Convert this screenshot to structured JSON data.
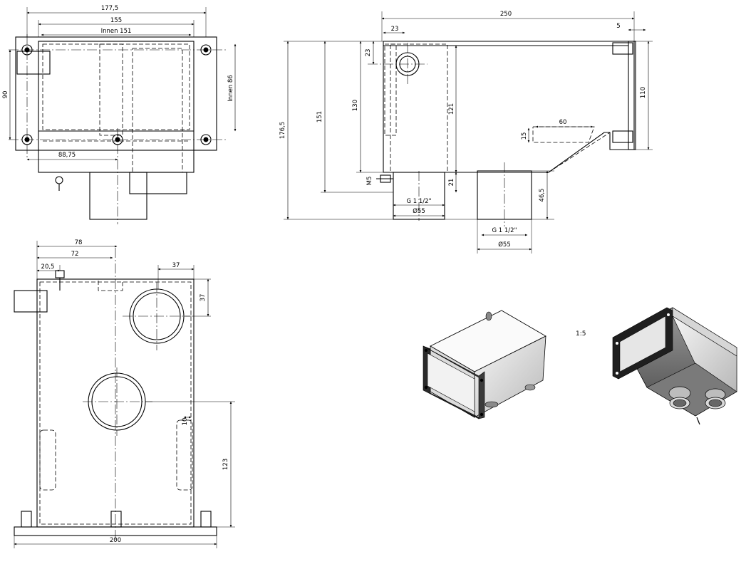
{
  "views": {
    "top": {
      "dims": [
        "177,5",
        "155",
        "Innen 151",
        "90",
        "Innen 86",
        "88,75"
      ]
    },
    "side": {
      "dims": [
        "250",
        "23",
        "5",
        "23",
        "176,5",
        "151",
        "130",
        "121",
        "110",
        "60",
        "15",
        "M5",
        "21",
        "G 1 1/2\"",
        "Ø55",
        "46,5",
        "G 1 1/2\"",
        "Ø55"
      ]
    },
    "front": {
      "dims": [
        "78",
        "72",
        "20,5",
        "37",
        "37",
        "10",
        "123",
        "200"
      ]
    },
    "iso": {
      "scale": "1:5"
    }
  }
}
